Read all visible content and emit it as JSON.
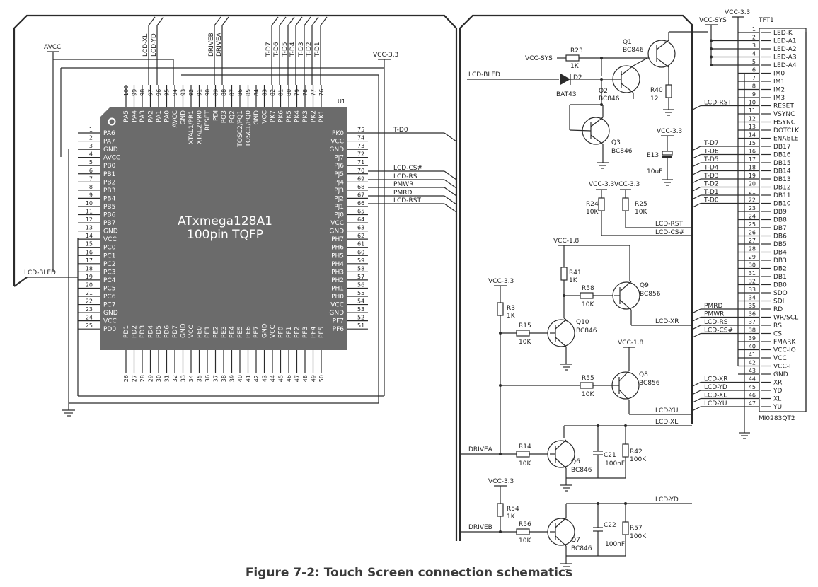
{
  "caption": "Figure 7-2: Touch Screen connection schematics",
  "mcu": {
    "ref": "U1",
    "name": "ATxmega128A1",
    "package": "100pin TQFP",
    "left_pins": [
      {
        "n": "1",
        "l": "PA6"
      },
      {
        "n": "2",
        "l": "PA7"
      },
      {
        "n": "3",
        "l": "GND"
      },
      {
        "n": "4",
        "l": "AVCC"
      },
      {
        "n": "5",
        "l": "PB0"
      },
      {
        "n": "6",
        "l": "PB1"
      },
      {
        "n": "7",
        "l": "PB2"
      },
      {
        "n": "8",
        "l": "PB3"
      },
      {
        "n": "9",
        "l": "PB4"
      },
      {
        "n": "10",
        "l": "PB5"
      },
      {
        "n": "11",
        "l": "PB6"
      },
      {
        "n": "12",
        "l": "PB7"
      },
      {
        "n": "13",
        "l": "GND"
      },
      {
        "n": "14",
        "l": "VCC"
      },
      {
        "n": "15",
        "l": "PC0"
      },
      {
        "n": "16",
        "l": "PC1"
      },
      {
        "n": "17",
        "l": "PC2"
      },
      {
        "n": "18",
        "l": "PC3"
      },
      {
        "n": "19",
        "l": "PC4"
      },
      {
        "n": "20",
        "l": "PC5"
      },
      {
        "n": "21",
        "l": "PC6"
      },
      {
        "n": "22",
        "l": "PC7"
      },
      {
        "n": "23",
        "l": "GND"
      },
      {
        "n": "24",
        "l": "VCC"
      },
      {
        "n": "25",
        "l": "PD0"
      }
    ],
    "right_pins": [
      {
        "n": "75",
        "l": "PK0"
      },
      {
        "n": "74",
        "l": "VCC"
      },
      {
        "n": "73",
        "l": "GND"
      },
      {
        "n": "72",
        "l": "PJ7"
      },
      {
        "n": "71",
        "l": "PJ6"
      },
      {
        "n": "70",
        "l": "PJ5"
      },
      {
        "n": "69",
        "l": "PJ4"
      },
      {
        "n": "68",
        "l": "PJ3"
      },
      {
        "n": "67",
        "l": "PJ2"
      },
      {
        "n": "66",
        "l": "PJ1"
      },
      {
        "n": "65",
        "l": "PJ0"
      },
      {
        "n": "64",
        "l": "VCC"
      },
      {
        "n": "63",
        "l": "GND"
      },
      {
        "n": "62",
        "l": "PH7"
      },
      {
        "n": "61",
        "l": "PH6"
      },
      {
        "n": "60",
        "l": "PH5"
      },
      {
        "n": "59",
        "l": "PH4"
      },
      {
        "n": "58",
        "l": "PH3"
      },
      {
        "n": "57",
        "l": "PH2"
      },
      {
        "n": "56",
        "l": "PH1"
      },
      {
        "n": "55",
        "l": "PH0"
      },
      {
        "n": "54",
        "l": "VCC"
      },
      {
        "n": "53",
        "l": "GND"
      },
      {
        "n": "52",
        "l": "PF7"
      },
      {
        "n": "51",
        "l": "PF6"
      }
    ],
    "top_pins": [
      {
        "n": "100",
        "l": "PA5"
      },
      {
        "n": "99",
        "l": "PA4"
      },
      {
        "n": "98",
        "l": "PA3"
      },
      {
        "n": "97",
        "l": "PA2"
      },
      {
        "n": "96",
        "l": "PA1"
      },
      {
        "n": "95",
        "l": "PA0"
      },
      {
        "n": "94",
        "l": "AVCC"
      },
      {
        "n": "93",
        "l": "GND"
      },
      {
        "n": "92",
        "l": "XTAL1/PR1"
      },
      {
        "n": "91",
        "l": "XTAL2/PR0"
      },
      {
        "n": "90",
        "l": "RESET"
      },
      {
        "n": "89",
        "l": "PDI"
      },
      {
        "n": "88",
        "l": "PQ3"
      },
      {
        "n": "87",
        "l": "PQ2"
      },
      {
        "n": "86",
        "l": "TOSC2/PQ1"
      },
      {
        "n": "85",
        "l": "TOSC1/PQ0"
      },
      {
        "n": "84",
        "l": "GND"
      },
      {
        "n": "83",
        "l": "VCC"
      },
      {
        "n": "82",
        "l": "PK7"
      },
      {
        "n": "81",
        "l": "PK6"
      },
      {
        "n": "80",
        "l": "PK5"
      },
      {
        "n": "79",
        "l": "PK4"
      },
      {
        "n": "78",
        "l": "PK3"
      },
      {
        "n": "77",
        "l": "PK2"
      },
      {
        "n": "76",
        "l": "PK1"
      }
    ],
    "bottom_pins": [
      {
        "n": "26",
        "l": "PD1"
      },
      {
        "n": "27",
        "l": "PD2"
      },
      {
        "n": "28",
        "l": "PD3"
      },
      {
        "n": "29",
        "l": "PD4"
      },
      {
        "n": "30",
        "l": "PD5"
      },
      {
        "n": "31",
        "l": "PD6"
      },
      {
        "n": "32",
        "l": "PD7"
      },
      {
        "n": "33",
        "l": "GND"
      },
      {
        "n": "34",
        "l": "VCC"
      },
      {
        "n": "35",
        "l": "PE0"
      },
      {
        "n": "36",
        "l": "PE1"
      },
      {
        "n": "37",
        "l": "PE2"
      },
      {
        "n": "38",
        "l": "PE3"
      },
      {
        "n": "39",
        "l": "PE4"
      },
      {
        "n": "40",
        "l": "PE5"
      },
      {
        "n": "41",
        "l": "PE6"
      },
      {
        "n": "42",
        "l": "PE7"
      },
      {
        "n": "43",
        "l": "GND"
      },
      {
        "n": "44",
        "l": "VCC"
      },
      {
        "n": "45",
        "l": "PF0"
      },
      {
        "n": "46",
        "l": "PF1"
      },
      {
        "n": "47",
        "l": "PF2"
      },
      {
        "n": "48",
        "l": "PF3"
      },
      {
        "n": "49",
        "l": "PF4"
      },
      {
        "n": "50",
        "l": "PF5"
      }
    ],
    "top_nets": [
      "LCD-XL",
      "LCD-YD",
      "DRIVEB",
      "DRIVEA",
      "T-D7",
      "T-D6",
      "T-D5",
      "T-D4",
      "T-D3",
      "T-D2",
      "T-D1"
    ],
    "right_nets": [
      "T-D0",
      "LCD-CS#",
      "LCD-RS",
      "PMWR",
      "PMRD",
      "LCD-RST"
    ],
    "avcc": "AVCC",
    "vcc33": "VCC-3.3",
    "lcd_bled": "LCD-BLED"
  },
  "tft": {
    "ref": "TFT1",
    "part": "MI0283QT2",
    "vcc_sys": "VCC-SYS",
    "vcc33": "VCC-3.3",
    "pins": [
      {
        "n": "1",
        "l": "LED-K",
        "net": ""
      },
      {
        "n": "2",
        "l": "LED-A1",
        "net": ""
      },
      {
        "n": "3",
        "l": "LED-A2",
        "net": ""
      },
      {
        "n": "4",
        "l": "LED-A3",
        "net": ""
      },
      {
        "n": "5",
        "l": "LED-A4",
        "net": ""
      },
      {
        "n": "6",
        "l": "IM0",
        "net": ""
      },
      {
        "n": "7",
        "l": "IM1",
        "net": ""
      },
      {
        "n": "8",
        "l": "IM2",
        "net": ""
      },
      {
        "n": "9",
        "l": "IM3",
        "net": ""
      },
      {
        "n": "10",
        "l": "RESET",
        "net": "LCD-RST"
      },
      {
        "n": "11",
        "l": "VSYNC",
        "net": ""
      },
      {
        "n": "12",
        "l": "HSYNC",
        "net": ""
      },
      {
        "n": "13",
        "l": "DOTCLK",
        "net": ""
      },
      {
        "n": "14",
        "l": "ENABLE",
        "net": ""
      },
      {
        "n": "15",
        "l": "DB17",
        "net": "T-D7"
      },
      {
        "n": "16",
        "l": "DB16",
        "net": "T-D6"
      },
      {
        "n": "17",
        "l": "DB15",
        "net": "T-D5"
      },
      {
        "n": "18",
        "l": "DB14",
        "net": "T-D4"
      },
      {
        "n": "19",
        "l": "DB13",
        "net": "T-D3"
      },
      {
        "n": "20",
        "l": "DB12",
        "net": "T-D2"
      },
      {
        "n": "21",
        "l": "DB11",
        "net": "T-D1"
      },
      {
        "n": "22",
        "l": "DB10",
        "net": "T-D0"
      },
      {
        "n": "23",
        "l": "DB9",
        "net": ""
      },
      {
        "n": "24",
        "l": "DB8",
        "net": ""
      },
      {
        "n": "25",
        "l": "DB7",
        "net": ""
      },
      {
        "n": "26",
        "l": "DB6",
        "net": ""
      },
      {
        "n": "27",
        "l": "DB5",
        "net": ""
      },
      {
        "n": "28",
        "l": "DB4",
        "net": ""
      },
      {
        "n": "29",
        "l": "DB3",
        "net": ""
      },
      {
        "n": "30",
        "l": "DB2",
        "net": ""
      },
      {
        "n": "31",
        "l": "DB1",
        "net": ""
      },
      {
        "n": "32",
        "l": "DB0",
        "net": ""
      },
      {
        "n": "33",
        "l": "SDO",
        "net": ""
      },
      {
        "n": "34",
        "l": "SDI",
        "net": ""
      },
      {
        "n": "35",
        "l": "RD",
        "net": "PMRD"
      },
      {
        "n": "36",
        "l": "WR/SCL",
        "net": "PMWR"
      },
      {
        "n": "37",
        "l": "RS",
        "net": "LCD-RS"
      },
      {
        "n": "38",
        "l": "CS",
        "net": "LCD-CS#"
      },
      {
        "n": "39",
        "l": "FMARK",
        "net": ""
      },
      {
        "n": "40",
        "l": "VCC-IO",
        "net": ""
      },
      {
        "n": "41",
        "l": "VCC",
        "net": ""
      },
      {
        "n": "42",
        "l": "VCC-I",
        "net": ""
      },
      {
        "n": "43",
        "l": "GND",
        "net": ""
      },
      {
        "n": "44",
        "l": "XR",
        "net": "LCD-XR"
      },
      {
        "n": "45",
        "l": "YD",
        "net": "LCD-YD"
      },
      {
        "n": "46",
        "l": "XL",
        "net": "LCD-XL"
      },
      {
        "n": "47",
        "l": "YU",
        "net": "LCD-YU"
      }
    ]
  },
  "backlight": {
    "vcc_sys": "VCC-SYS",
    "r23": {
      "ref": "R23",
      "val": "1K"
    },
    "q1": {
      "ref": "Q1",
      "val": "BC846"
    },
    "q2": {
      "ref": "Q2",
      "val": "BC846"
    },
    "q3": {
      "ref": "Q3",
      "val": "BC846"
    },
    "d2": {
      "ref": "D2",
      "val": "BAT43"
    },
    "r40": {
      "ref": "R40",
      "val": "12"
    },
    "e13": {
      "ref": "E13",
      "val": "10uF"
    },
    "vcc33": "VCC-3.3",
    "lcd_bled": "LCD-BLED"
  },
  "pullups": {
    "vcc_a": "VCC-3.3",
    "vcc_b": "VCC-3.3",
    "r24": {
      "ref": "R24",
      "val": "10K"
    },
    "r25": {
      "ref": "R25",
      "val": "10K"
    },
    "rst": "LCD-RST",
    "cs": "LCD-CS#"
  },
  "touch": {
    "vcc18a": "VCC-1.8",
    "vcc18b": "VCC-1.8",
    "vcc33a": "VCC-3.3",
    "vcc33b": "VCC-3.3",
    "r41": {
      "ref": "R41",
      "val": "1K"
    },
    "r58": {
      "ref": "R58",
      "val": "10K"
    },
    "q9": {
      "ref": "Q9",
      "val": "BC856"
    },
    "r3": {
      "ref": "R3",
      "val": "1K"
    },
    "r15": {
      "ref": "R15",
      "val": "10K"
    },
    "q10": {
      "ref": "Q10",
      "val": "BC846"
    },
    "r55": {
      "ref": "R55",
      "val": "10K"
    },
    "q8": {
      "ref": "Q8",
      "val": "BC856"
    },
    "r14": {
      "ref": "R14",
      "val": "10K"
    },
    "q6": {
      "ref": "Q6",
      "val": "BC846"
    },
    "c21": {
      "ref": "C21",
      "val": "100nF"
    },
    "r42": {
      "ref": "R42",
      "val": "100K"
    },
    "r54": {
      "ref": "R54",
      "val": "1K"
    },
    "r56": {
      "ref": "R56",
      "val": "10K"
    },
    "q7": {
      "ref": "Q7",
      "val": "BC846"
    },
    "c22": {
      "ref": "C22",
      "val": "100nF"
    },
    "r57": {
      "ref": "R57",
      "val": "100K"
    },
    "xr": "LCD-XR",
    "yu": "LCD-YU",
    "xl": "LCD-XL",
    "yd": "LCD-YD",
    "drivea": "DRIVEA",
    "driveb": "DRIVEB"
  },
  "tft_left_nets": {
    "pmrd": "PMRD",
    "pmwr": "PMWR",
    "rs": "LCD-RS",
    "cs": "LCD-CS#",
    "xr": "LCD-XR",
    "yd": "LCD-YD",
    "xl": "LCD-XL",
    "yu": "LCD-YU",
    "rst": "LCD-RST"
  }
}
